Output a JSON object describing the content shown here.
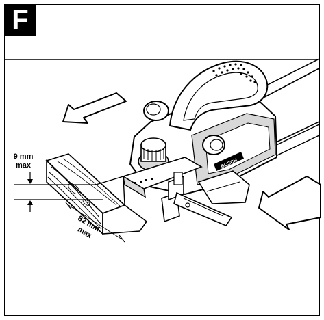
{
  "figure": {
    "label": "F"
  },
  "dimensions": {
    "depth_value": "9 mm",
    "depth_unit": "max",
    "width_value": "82 mm",
    "width_unit": "max"
  },
  "tool": {
    "brand_text": "BOSCH"
  },
  "colors": {
    "ink": "#000000",
    "paper": "#ffffff",
    "shade": "#d8d8d8"
  }
}
